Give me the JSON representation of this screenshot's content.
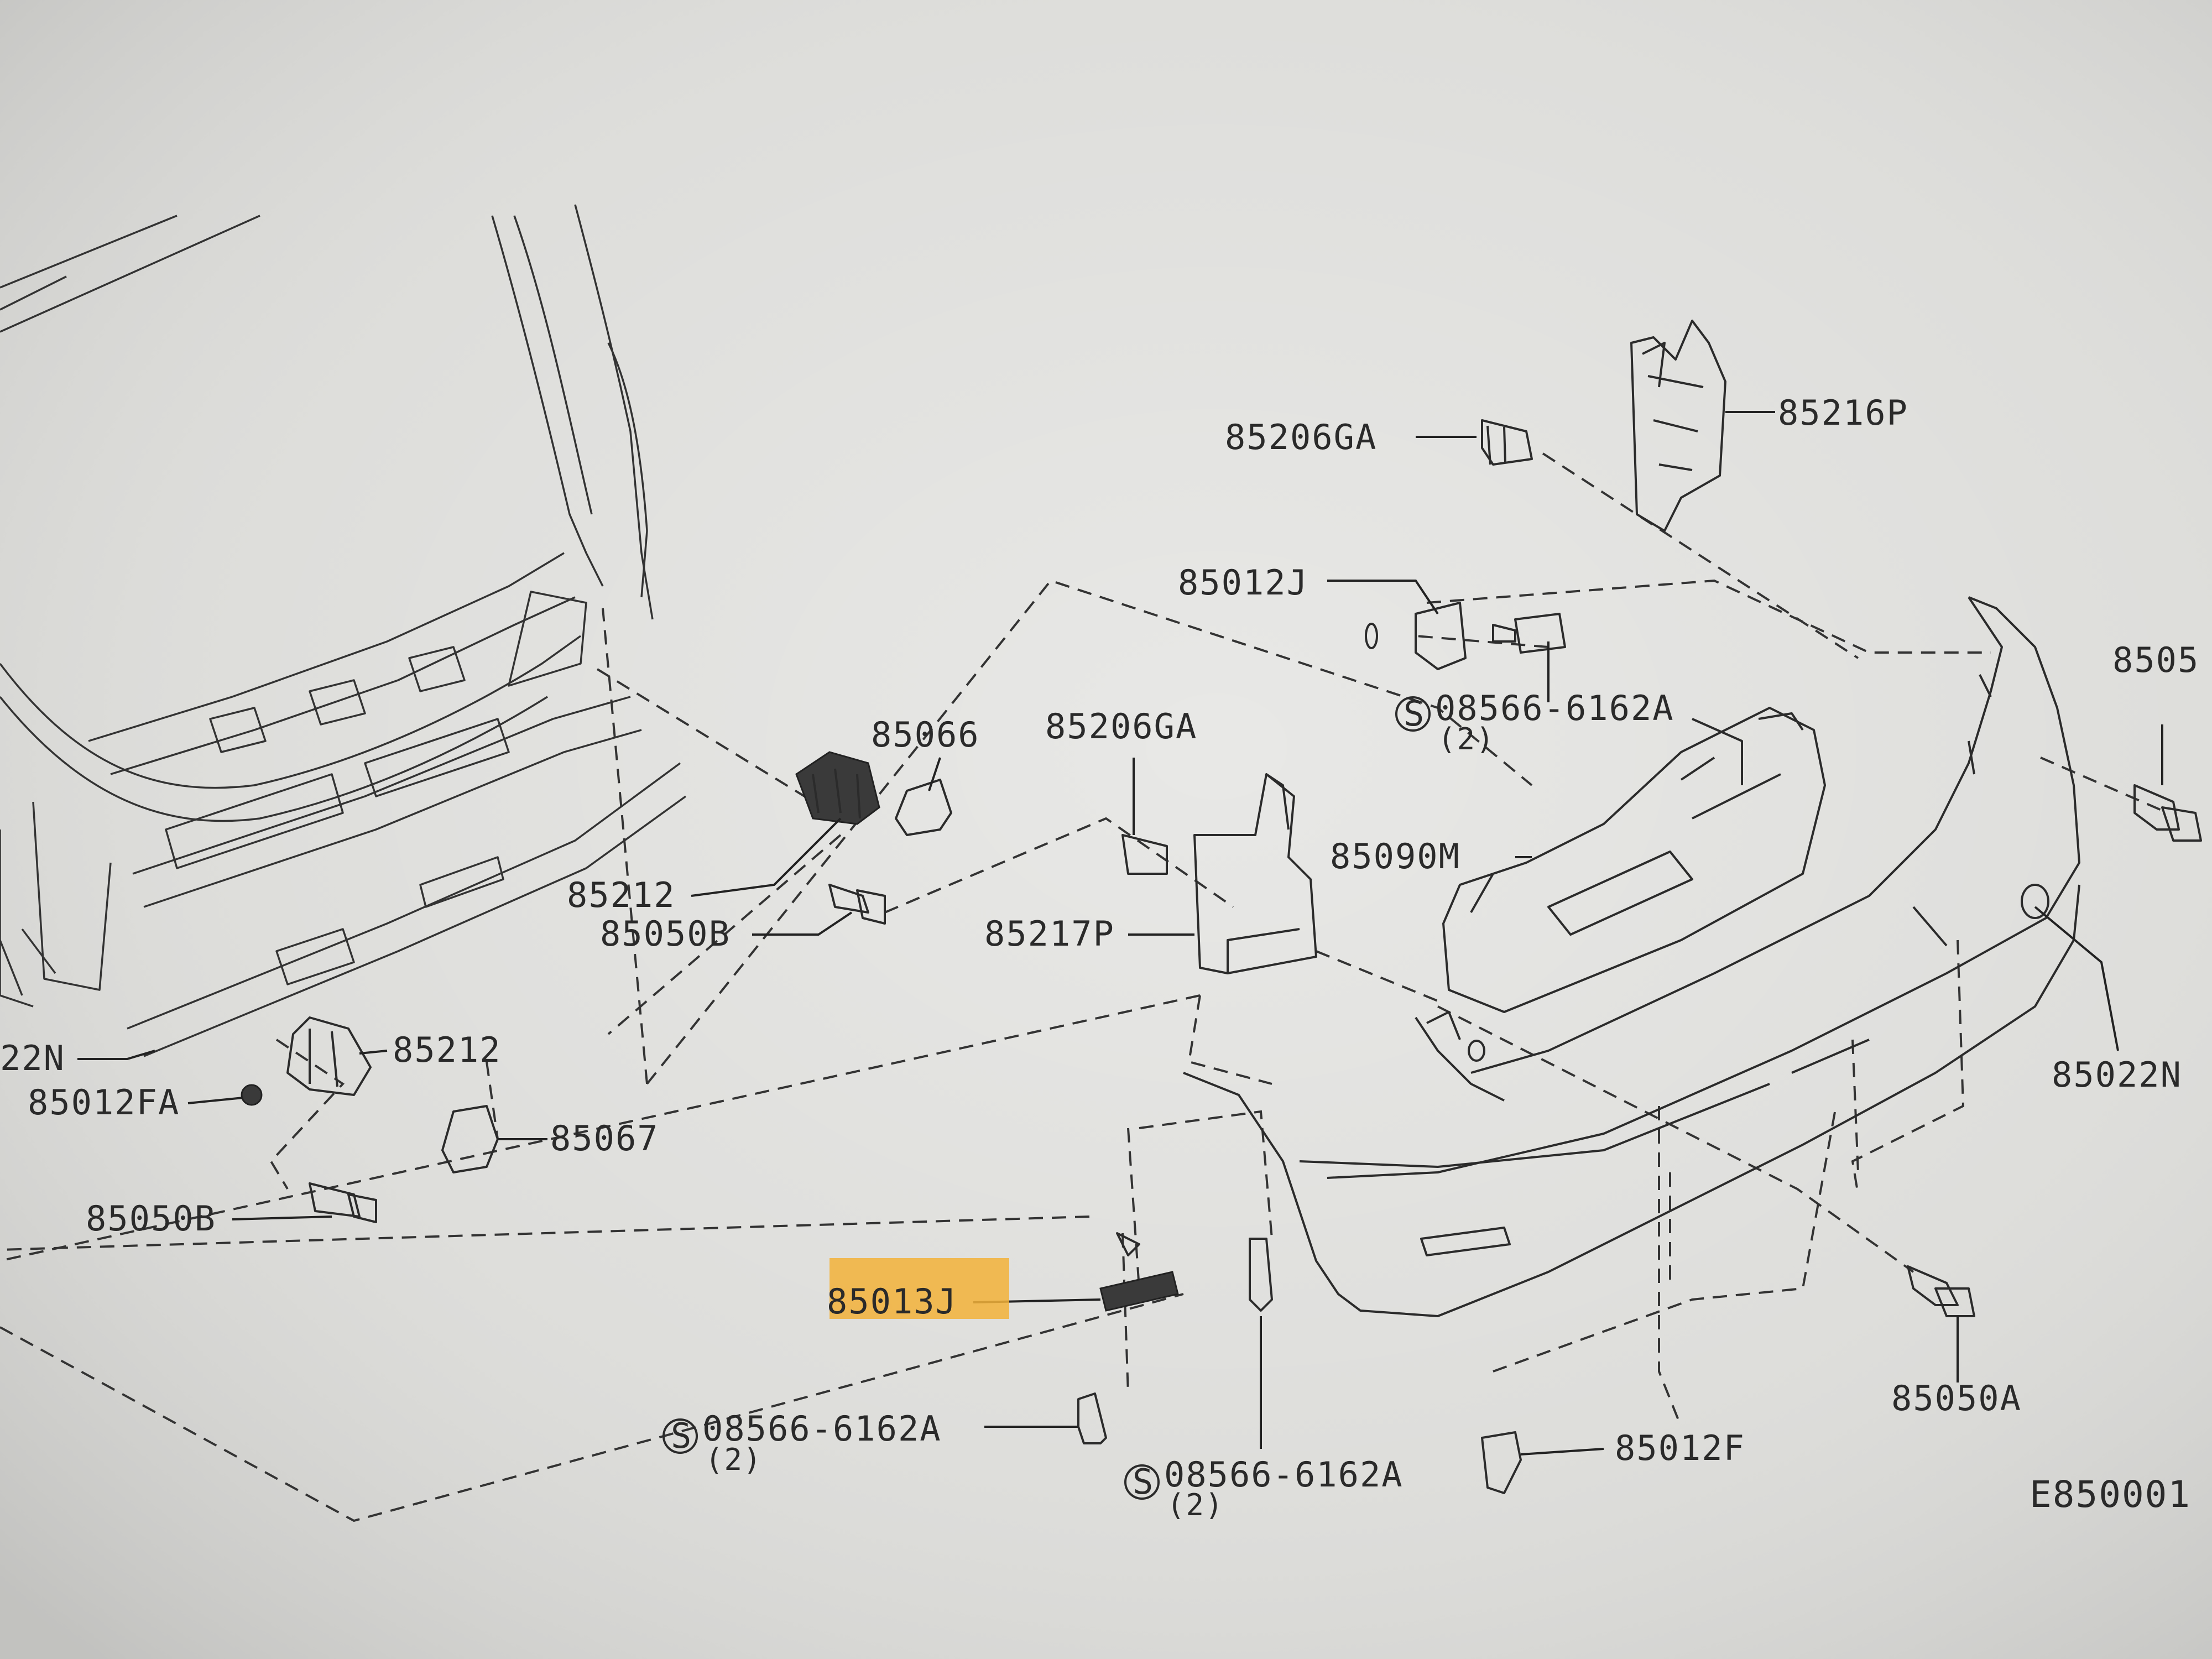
{
  "diagram": {
    "reference_code": "E850001",
    "highlight_color": "#f2b23a",
    "callouts": [
      {
        "id": "c1",
        "label": "85206GA",
        "qty": ""
      },
      {
        "id": "c2",
        "label": "85216P",
        "qty": ""
      },
      {
        "id": "c3",
        "label": "85012J",
        "qty": ""
      },
      {
        "id": "c4",
        "label": "08566-6162A",
        "qty": "(2)"
      },
      {
        "id": "c5",
        "label": "8505",
        "qty": ""
      },
      {
        "id": "c6",
        "label": "85066",
        "qty": ""
      },
      {
        "id": "c7",
        "label": "85206GA",
        "qty": ""
      },
      {
        "id": "c8",
        "label": "85090M",
        "qty": ""
      },
      {
        "id": "c9",
        "label": "85212",
        "qty": ""
      },
      {
        "id": "c10",
        "label": "85050B",
        "qty": ""
      },
      {
        "id": "c11",
        "label": "85217P",
        "qty": ""
      },
      {
        "id": "c12",
        "label": "22N",
        "qty": ""
      },
      {
        "id": "c13",
        "label": "85212",
        "qty": ""
      },
      {
        "id": "c14",
        "label": "85012FA",
        "qty": ""
      },
      {
        "id": "c15",
        "label": "85067",
        "qty": ""
      },
      {
        "id": "c16",
        "label": "85022N",
        "qty": ""
      },
      {
        "id": "c17",
        "label": "85050B",
        "qty": ""
      },
      {
        "id": "c18",
        "label": "85013J",
        "qty": "",
        "highlighted": true
      },
      {
        "id": "c19",
        "label": "85050A",
        "qty": ""
      },
      {
        "id": "c20",
        "label": "08566-6162A",
        "qty": "(2)"
      },
      {
        "id": "c21",
        "label": "08566-6162A",
        "qty": "(2)"
      },
      {
        "id": "c22",
        "label": "85012F",
        "qty": ""
      }
    ]
  }
}
